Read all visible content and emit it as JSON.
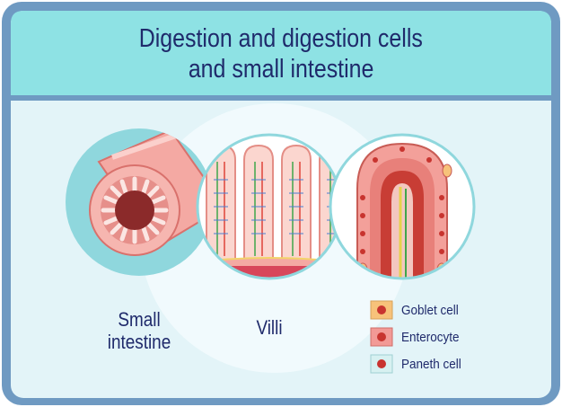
{
  "title": {
    "line1": "Digestion and digestion cells",
    "line2": "and small intestine"
  },
  "labels": {
    "small_intestine_line1": "Small",
    "small_intestine_line2": "intestine",
    "villi": "Villi"
  },
  "legend": [
    {
      "label": "Goblet cell",
      "fill": "#f7c27a",
      "dot": "#c8342f"
    },
    {
      "label": "Enterocyte",
      "fill": "#f29a96",
      "dot": "#c8342f"
    },
    {
      "label": "Paneth cell",
      "fill": "#d7f1f1",
      "dot": "#c8342f"
    }
  ],
  "colors": {
    "frame": "#6f9ac2",
    "header": "#8ee2e4",
    "panel": "#e3f4f8",
    "circle": "#8fd7dd",
    "text": "#1f2a6b",
    "tissue_pink": "#f4a9a3",
    "tissue_dark": "#8b2a2a"
  }
}
